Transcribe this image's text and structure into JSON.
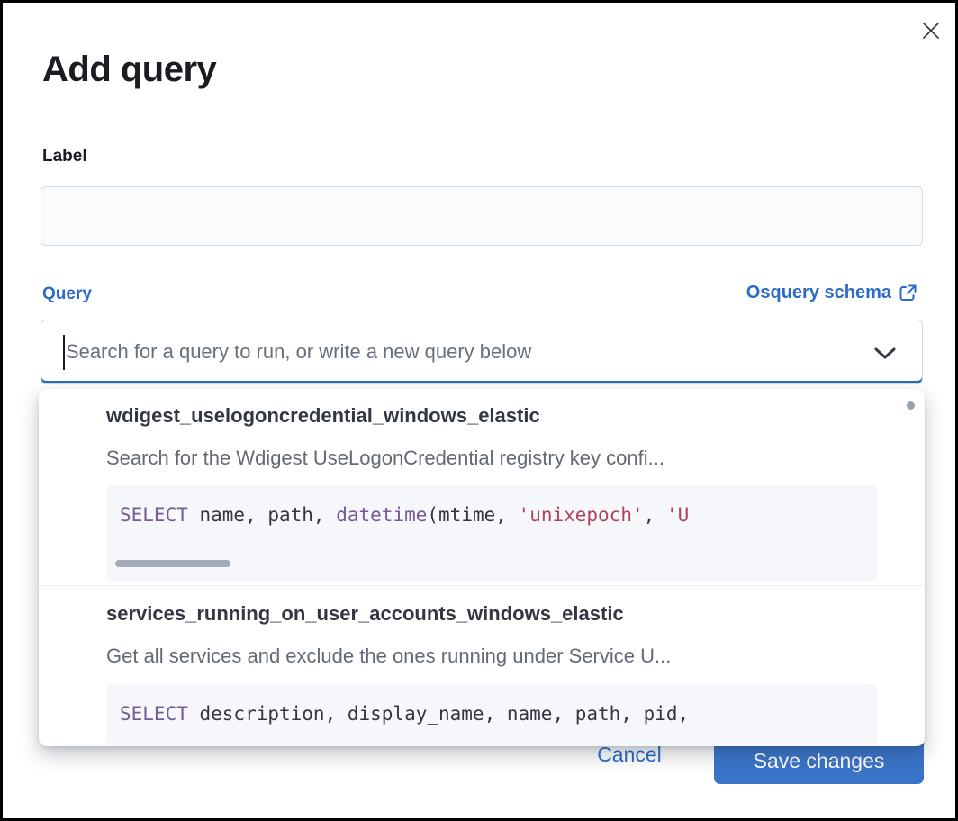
{
  "modal": {
    "title": "Add query",
    "label_field": {
      "label": "Label",
      "value": ""
    },
    "query_field": {
      "label": "Query",
      "schema_link_label": "Osquery schema",
      "placeholder": "Search for a query to run, or write a new query below"
    },
    "dropdown": {
      "options": [
        {
          "title": "wdigest_uselogoncredential_windows_elastic",
          "description": "Search for the Wdigest UseLogonCredential registry key confi...",
          "sql_tokens": [
            {
              "t": "keyword",
              "v": "SELECT"
            },
            {
              "t": "plain",
              "v": " name, path, "
            },
            {
              "t": "keyword",
              "v": "datetime"
            },
            {
              "t": "plain",
              "v": "(mtime, "
            },
            {
              "t": "string",
              "v": "'unixepoch'"
            },
            {
              "t": "plain",
              "v": ", "
            },
            {
              "t": "string",
              "v": "'U"
            }
          ]
        },
        {
          "title": "services_running_on_user_accounts_windows_elastic",
          "description": "Get all services and exclude the ones running under Service U...",
          "sql_tokens": [
            {
              "t": "keyword",
              "v": "SELECT"
            },
            {
              "t": "plain",
              "v": " description, display_name, name, path, pid,"
            }
          ]
        }
      ]
    },
    "footer": {
      "cancel_label": "Cancel",
      "save_label": "Save changes"
    },
    "icons": {
      "close": "close-icon",
      "external_link": "external-link-icon",
      "chevron_down": "chevron-down-icon"
    },
    "colors": {
      "accent_blue": "#2b6bc6",
      "button_blue": "#3a74c8",
      "title_text": "#1a1c21",
      "body_text": "#343741",
      "muted_text": "#69707d",
      "code_background": "#f5f7fb",
      "code_keyword": "#765b96",
      "code_string": "#b0435c",
      "input_border": "#d3dae6"
    }
  }
}
